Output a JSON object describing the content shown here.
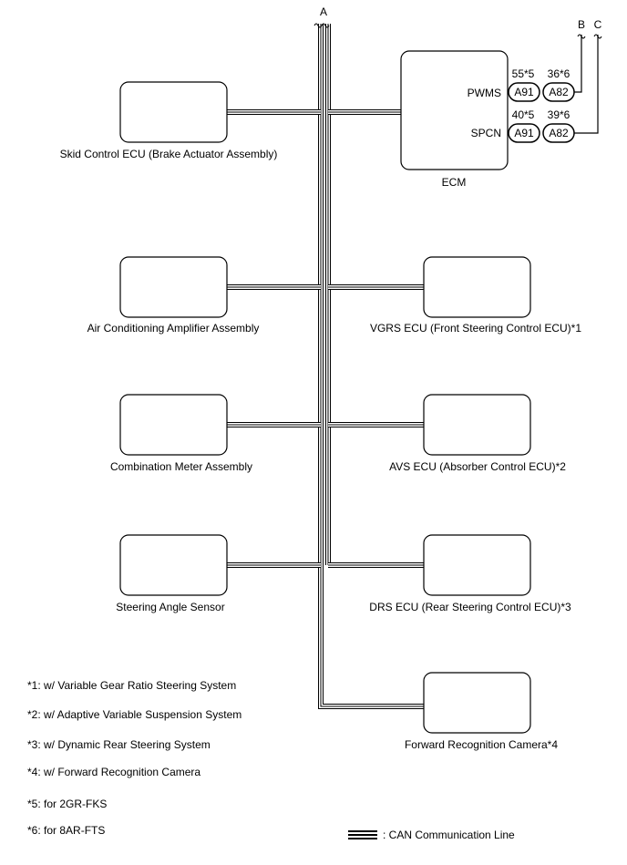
{
  "bus": {
    "top_label": "A"
  },
  "ecm": {
    "name": "ECM",
    "terminals": [
      {
        "signal": "PWMS",
        "pin1": "55*5",
        "pin2": "36*6",
        "conn1": "A91",
        "conn2": "A82",
        "to": "B"
      },
      {
        "signal": "SPCN",
        "pin1": "40*5",
        "pin2": "39*6",
        "conn1": "A91",
        "conn2": "A82",
        "to": "C"
      }
    ]
  },
  "components": {
    "skid": "Skid Control ECU (Brake Actuator Assembly)",
    "aircon": "Air Conditioning Amplifier Assembly",
    "meter": "Combination Meter Assembly",
    "steer": "Steering Angle Sensor",
    "vgrs": "VGRS ECU (Front Steering Control ECU)*1",
    "avs": "AVS ECU (Absorber Control ECU)*2",
    "drs": "DRS ECU (Rear Steering Control ECU)*3",
    "camera": "Forward Recognition Camera*4"
  },
  "notes": [
    "*1: w/ Variable Gear Ratio Steering System",
    "*2: w/ Adaptive Variable Suspension System",
    "*3: w/ Dynamic Rear Steering System",
    "*4: w/ Forward Recognition Camera",
    "*5: for 2GR-FKS",
    "*6: for 8AR-FTS"
  ],
  "legend": {
    "text": ": CAN Communication Line"
  }
}
